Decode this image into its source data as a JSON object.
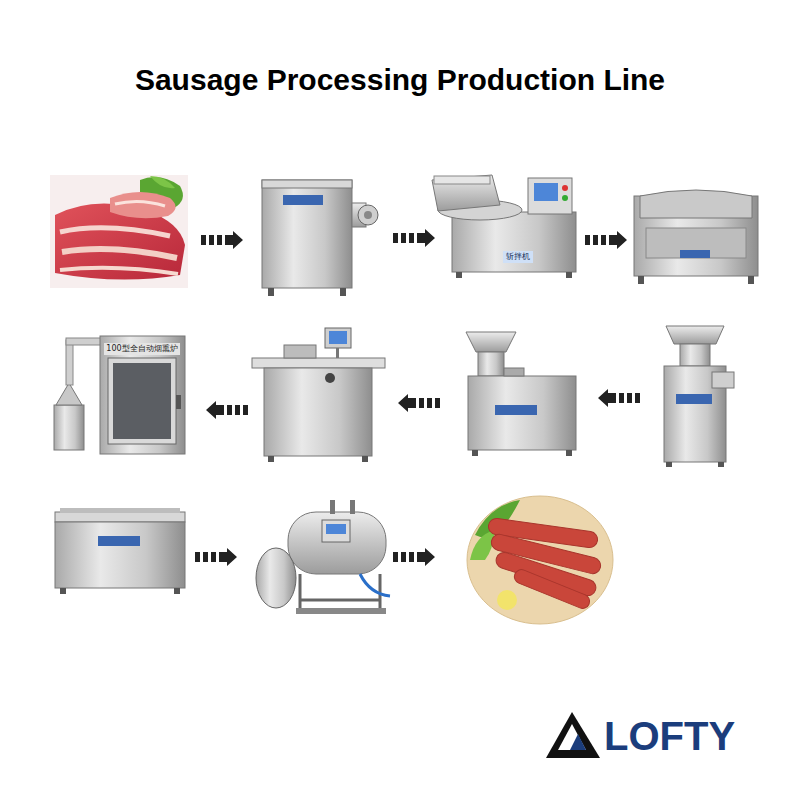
{
  "diagram": {
    "title": "Sausage Processing Production Line",
    "labels": [
      "斩拌机",
      "100型全自动烟熏炉",
      "LOFTY"
    ]
  }
}
